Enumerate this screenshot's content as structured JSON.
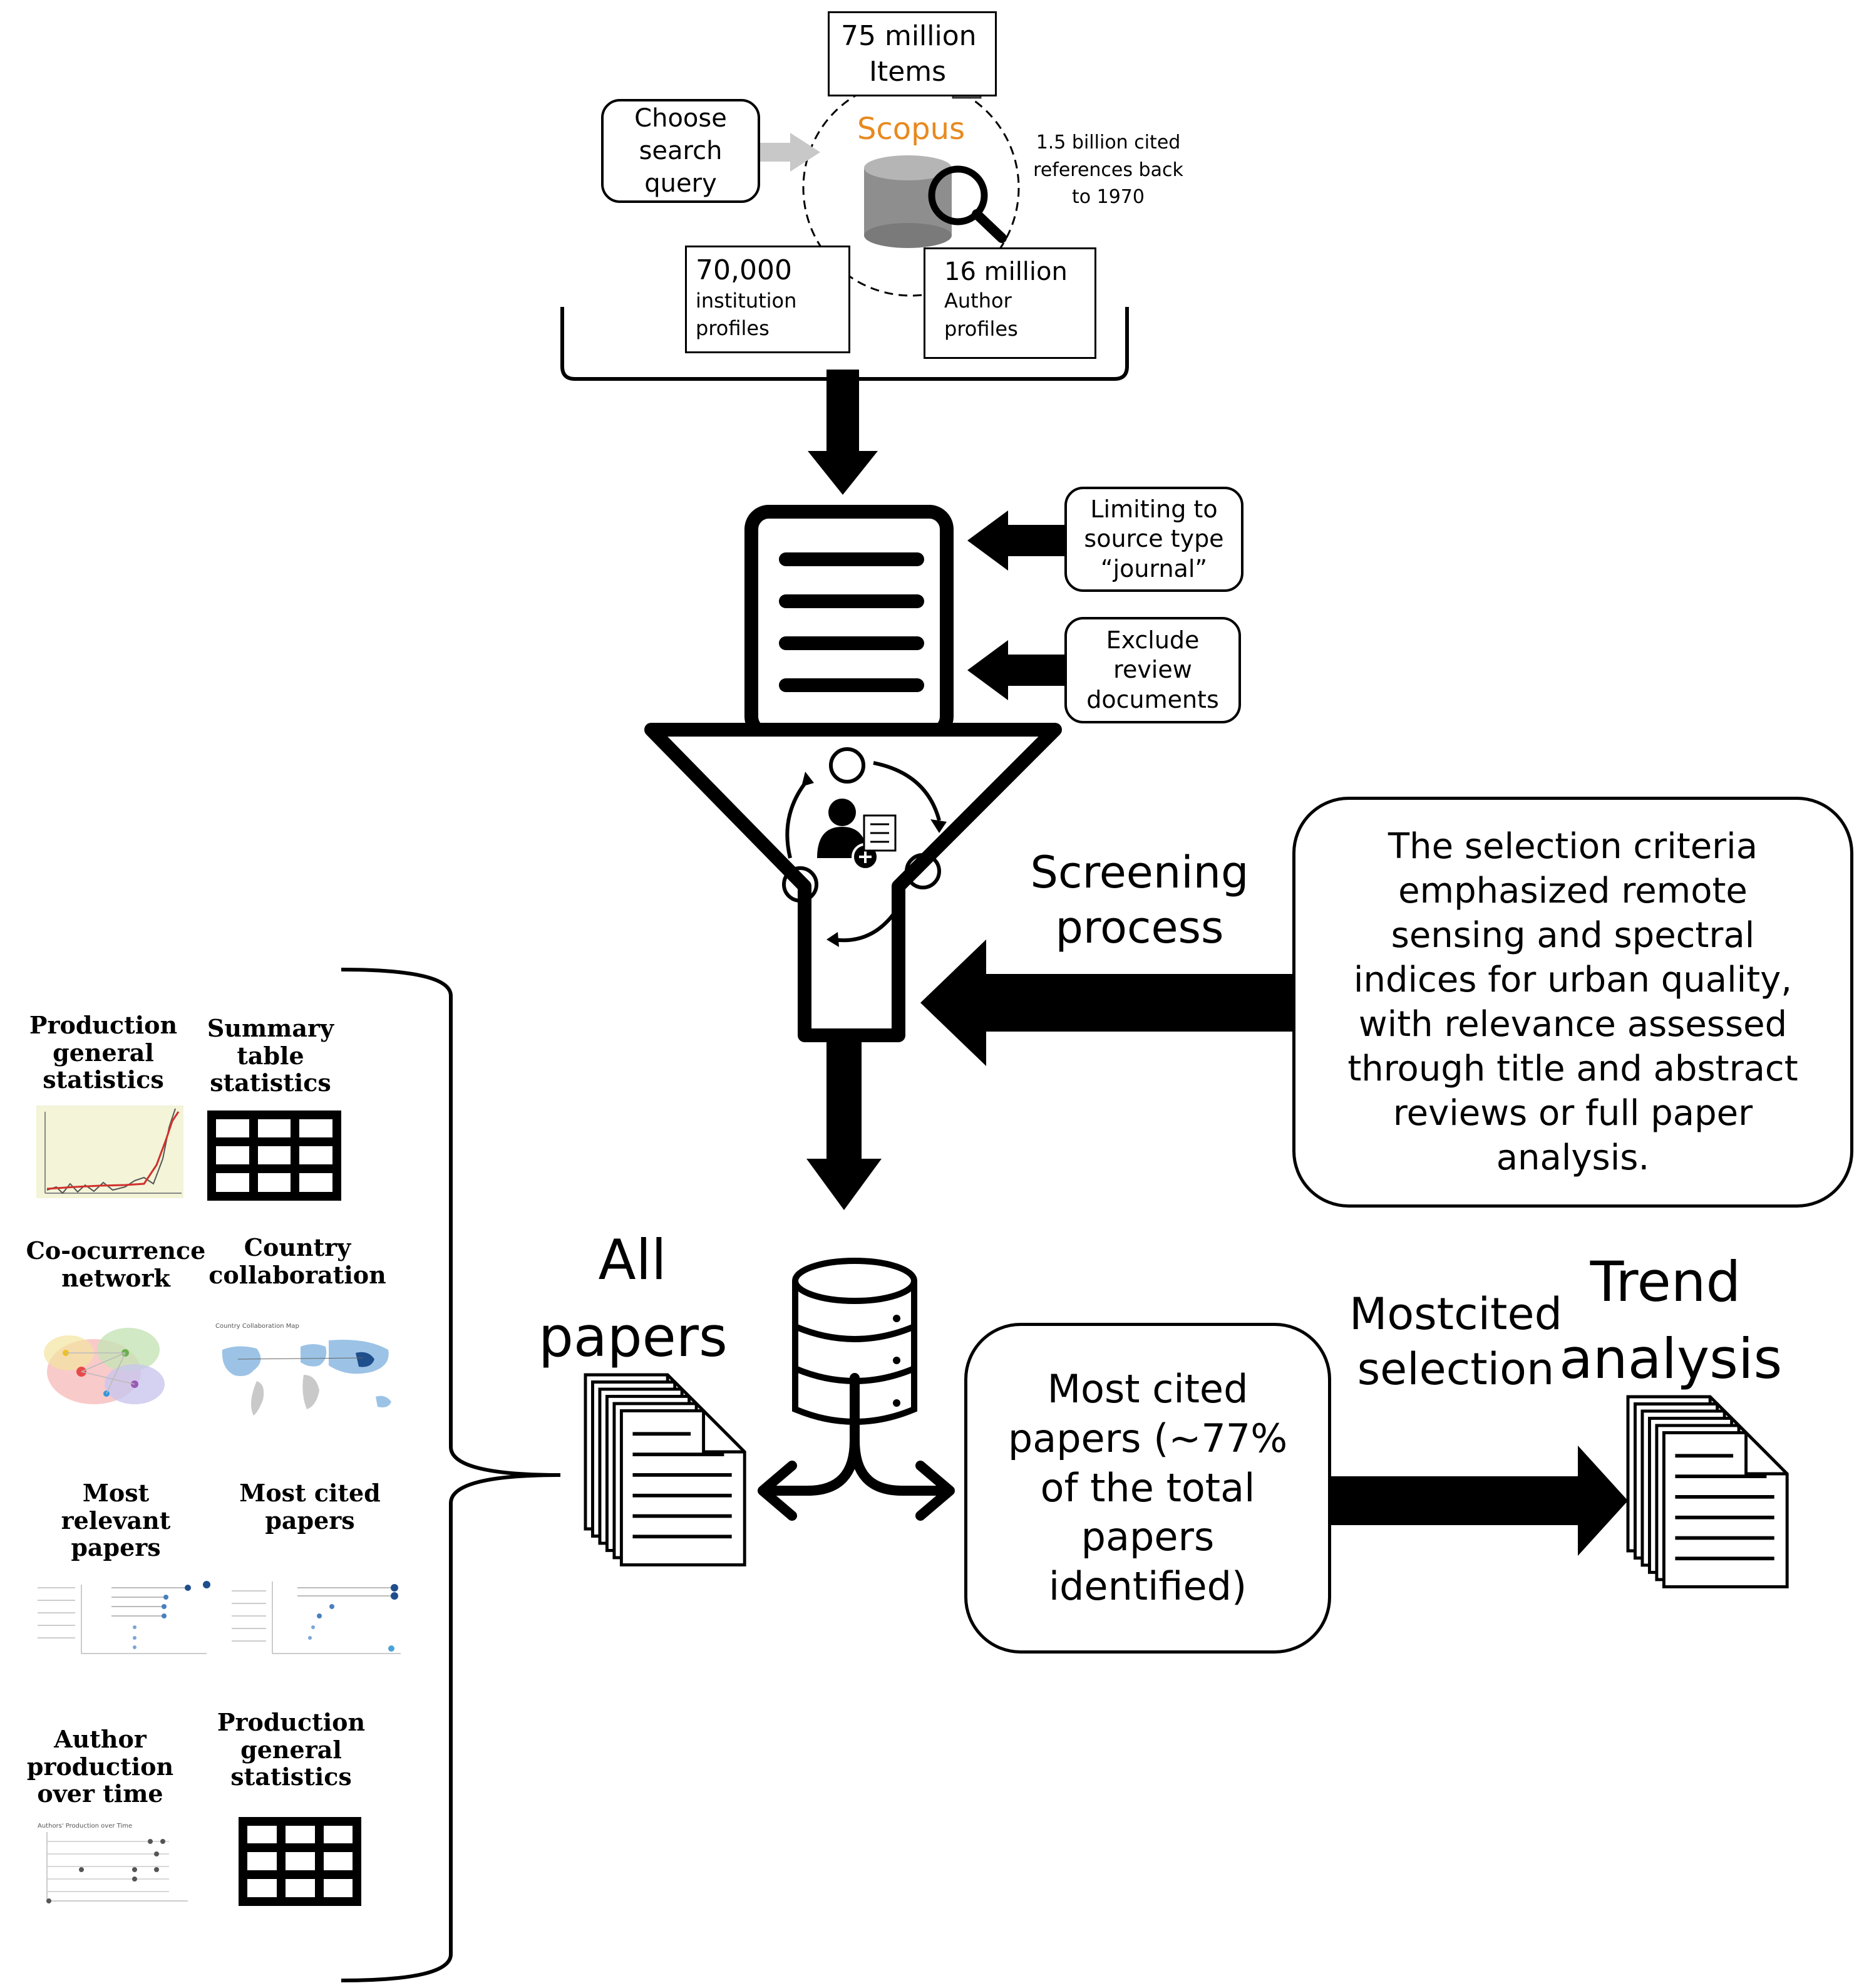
{
  "source": {
    "scopus_label": "Scopus",
    "items_count": "75 million",
    "items_label": "Items",
    "search_query_label": "Choose search query",
    "cited_references": "1.5 billion cited references back to 1970",
    "institution_count": "70,000",
    "institution_label": "institution profiles",
    "author_count": "16 million",
    "author_label": "Author profiles"
  },
  "filters": {
    "limit_source": "Limiting to source type “journal”",
    "exclude_review": "Exclude review documents"
  },
  "screening": {
    "label": "Screening process",
    "criteria": "The selection criteria emphasized remote sensing and spectral indices for urban quality, with relevance assessed through title and abstract reviews or full paper analysis."
  },
  "results": {
    "all_papers": "All papers",
    "most_cited_box": "Most cited papers (~77% of the total papers identified)",
    "mostcited_selection": "Mostcited selection",
    "trend_analysis": "Trend analysis"
  },
  "analyses": {
    "production_stats": "Production general statistics",
    "summary_table": "Summary table statistics",
    "cooccurrence": "Co-ocurrence network",
    "country_collab": "Country collaboration",
    "country_collab_map_title": "Country Collaboration Map",
    "most_relevant": "Most relevant papers",
    "most_cited": "Most cited papers",
    "author_production": "Author production over time",
    "author_production_chart_title": "Authors' Production over Time",
    "production_stats_2": "Production general statistics"
  },
  "colors": {
    "scopus_orange": "#e8891e",
    "search_arrow": "#c8c8c8",
    "cylinder_gray": "#8e8e8e",
    "chart_bg": "#f3f4d8",
    "chart_red": "#d0312d",
    "network_colors": [
      "#e84a4a",
      "#6ab04c",
      "#9b59b6",
      "#f0c020",
      "#3498db"
    ],
    "map_dark": "#1f4e8c",
    "map_light": "#9cc3e6",
    "map_land": "#c9c9c9"
  },
  "icons": [
    "stack-icon",
    "magnifier-icon",
    "database-cylinder-icon",
    "building-icon",
    "people-icon",
    "document-icon",
    "funnel-icon",
    "cycle-icon",
    "user-add-icon",
    "database-icon",
    "papers-stack-icon",
    "table-icon",
    "brace-icon",
    "arrow-icon"
  ]
}
